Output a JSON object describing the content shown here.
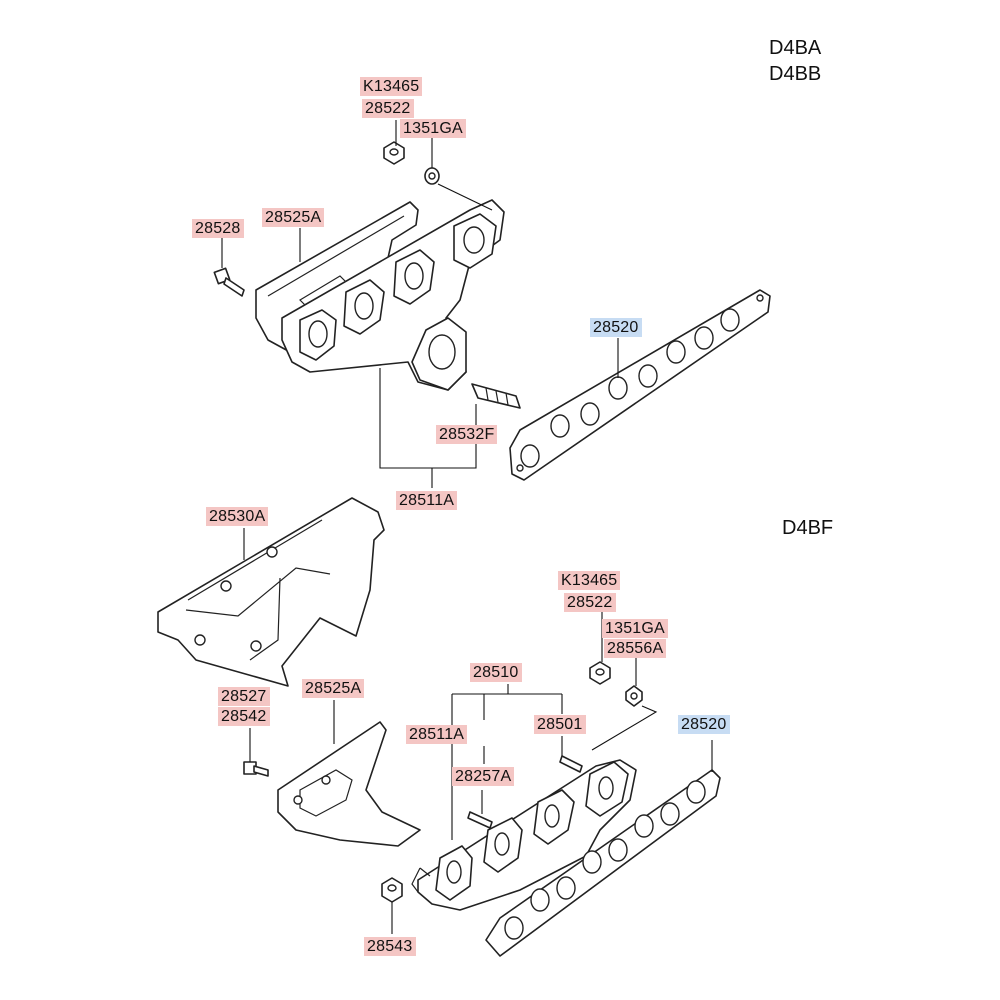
{
  "colors": {
    "standard_part_highlight": "#f4c6c4",
    "gasket_part_highlight": "#c7dcf3",
    "line": "#222222"
  },
  "engine_codes": {
    "top_line1": "D4BA",
    "top_line2": "D4BB",
    "bottom": "D4BF"
  },
  "upper_assembly": {
    "labels": {
      "k13465": "K13465",
      "p28522": "28522",
      "p1351ga": "1351GA",
      "p28528": "28528",
      "p28525a": "28525A",
      "p28520": "28520",
      "p28532f": "28532F",
      "p28511a": "28511A"
    }
  },
  "lower_assembly": {
    "labels": {
      "p28530a": "28530A",
      "k13465": "K13465",
      "p28522": "28522",
      "p1351ga": "1351GA",
      "p28556a": "28556A",
      "p28510": "28510",
      "p28520": "28520",
      "p28527": "28527",
      "p28542": "28542",
      "p28525a": "28525A",
      "p28511a": "28511A",
      "p28501": "28501",
      "p28257a": "28257A",
      "p28543": "28543"
    }
  }
}
